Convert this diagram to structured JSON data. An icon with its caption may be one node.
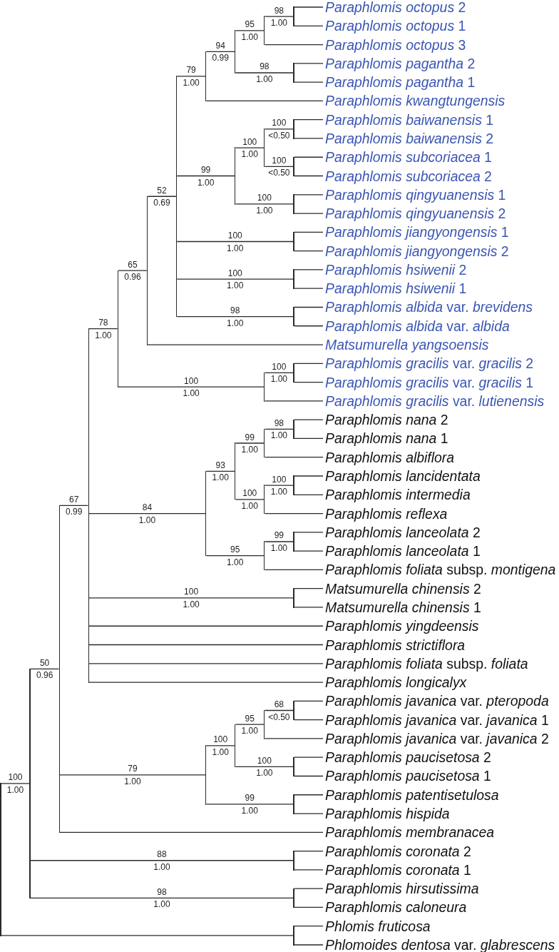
{
  "diagram": {
    "nodes": [
      {
        "text": [
          "*Paraphlomis octopus* 2"
        ]
      },
      {
        "text": [
          "*Paraphlomis octopus* 1"
        ]
      },
      {
        "text": [
          "*Paraphlomis octopus* 3"
        ]
      },
      {
        "text": [
          "*Paraphlomis pagantha* 2"
        ]
      },
      {
        "text": [
          "*Paraphlomis pagantha* 1"
        ]
      },
      {
        "text": [
          "Paraphlomis kwangtungensis"
        ]
      },
      {
        "text": [
          "*Paraphlomis baiwanensis* 1"
        ]
      },
      {
        "text": [
          "*Paraphlomis baiwanensis* 2"
        ]
      },
      {
        "text": [
          "*Paraphlomis subcoriacea* 1"
        ]
      },
      {
        "text": [
          "*Paraphlomis subcoriacea* 2"
        ]
      },
      {
        "text": [
          "*Paraphlomis qingyuanensis* 1"
        ]
      },
      {
        "text": [
          "*Paraphlomis qingyuanensis* 2"
        ]
      },
      {
        "text": [
          "*Paraphlomis jiangyongensis* 1"
        ]
      },
      {
        "text": [
          "*Paraphlomis jiangyongensis* 2"
        ]
      },
      {
        "text": [
          "*Paraphlomis hsiwenii* 2"
        ]
      },
      {
        "text": [
          "*Paraphlomis hsiwenii* 1"
        ]
      },
      {
        "text": [
          "*Paraphlomis albida* var. *brevidens*"
        ]
      },
      {
        "text": [
          "*Paraphlomis albida* var. *albida*"
        ]
      },
      {
        "text": [
          "Matsumurella yangsoensis"
        ]
      },
      {
        "text": [
          "*Paraphlomis gracilis* var. *gracilis* 2"
        ]
      },
      {
        "text": [
          "*Paraphlomis gracilis* var. *gracilis* 1"
        ]
      },
      {
        "text": [
          "*Paraphlomis gracilis* var. *lutienensis*"
        ]
      },
      {
        "text": [
          "*Paraphlomis nana* 2"
        ]
      },
      {
        "text": [
          "*Paraphlomis nana* 1"
        ]
      },
      {
        "text": [
          "Paraphlomis albiflora"
        ]
      },
      {
        "text": [
          "Paraphlomis lancidentata"
        ]
      },
      {
        "text": [
          "Paraphlomis intermedia"
        ]
      },
      {
        "text": [
          "Paraphlomis reflexa"
        ]
      },
      {
        "text": [
          "*Paraphlomis lanceolata* 2"
        ]
      },
      {
        "text": [
          "*Paraphlomis lanceolata* 1"
        ]
      },
      {
        "text": [
          "*Paraphlomis foliata* subsp. *montigena*"
        ]
      },
      {
        "text": [
          "*Matsumurella chinensis* 2"
        ]
      },
      {
        "text": [
          "*Matsumurella chinensis* 1"
        ]
      },
      {
        "text": [
          "Paraphlomis yingdeensis"
        ]
      },
      {
        "text": [
          "Paraphlomis strictiflora"
        ]
      },
      {
        "text": [
          "*Paraphlomis foliata* subsp. *foliata*"
        ]
      },
      {
        "text": [
          "Paraphlomis longicalyx"
        ]
      },
      {
        "text": [
          "*Paraphlomis javanica* var. *pteropoda*"
        ]
      },
      {
        "text": [
          "*Paraphlomis javanica* var. *javanica* 1"
        ]
      },
      {
        "text": [
          "*Paraphlomis javanica* var. *javanica* 2"
        ]
      },
      {
        "text": [
          "*Paraphlomis paucisetosa* 2"
        ]
      },
      {
        "text": [
          "*Paraphlomis paucisetosa* 1"
        ]
      },
      {
        "text": [
          "Paraphlomis patentisetulosa"
        ]
      },
      {
        "text": [
          "Paraphlomis hispida"
        ]
      },
      {
        "text": [
          "Paraphlomis membranacea"
        ]
      },
      {
        "text": [
          "*Paraphlomis coronata* 2"
        ]
      },
      {
        "text": [
          "*Paraphlomis coronata* 1"
        ]
      },
      {
        "text": [
          "Paraphlomis hirsutissima"
        ]
      },
      {
        "text": [
          "Paraphlomis caloneura"
        ]
      },
      {
        "text": [
          "Phlomis fruticosa"
        ]
      },
      {
        "text": [
          "*Phlomoides dentosa* var. *glabrescens*"
        ]
      },
      {
        "text": [],
        "shape": "bar"
      },
      {
        "text": [],
        "shape": "bar",
        "beside": [
          "100",
          "1.00"
        ]
      },
      {
        "text": [],
        "shape": "bar",
        "beside": [
          "50",
          "0.96"
        ]
      },
      {
        "text": [],
        "shape": "bar",
        "beside": [
          "67",
          "0.99"
        ]
      },
      {
        "text": [],
        "shape": "bar",
        "beside": [
          "78",
          "1.00"
        ]
      },
      {
        "text": [],
        "shape": "bar",
        "beside": [
          "65",
          "0.96"
        ]
      },
      {
        "text": [],
        "shape": "bar",
        "beside": [
          "52",
          "0.69"
        ]
      },
      {
        "text": [],
        "shape": "bar",
        "beside": [
          "79",
          "1.00"
        ]
      },
      {
        "text": [],
        "shape": "bar",
        "beside": [
          "94",
          "0.99"
        ]
      },
      {
        "text": [],
        "shape": "bar",
        "beside": [
          "95",
          "1.00"
        ]
      },
      {
        "text": [],
        "shape": "bar",
        "beside": [
          "98",
          "1.00"
        ]
      },
      {
        "text": [],
        "shape": "bar",
        "beside": [
          "98",
          "1.00"
        ]
      },
      {
        "text": [],
        "shape": "bar",
        "beside": [
          "99",
          "1.00"
        ]
      },
      {
        "text": [],
        "shape": "bar",
        "beside": [
          "100",
          "1.00"
        ]
      },
      {
        "text": [],
        "shape": "bar",
        "beside": [
          "100",
          "<0.50"
        ]
      },
      {
        "text": [],
        "shape": "bar",
        "beside": [
          "100",
          "<0.50"
        ]
      },
      {
        "text": [],
        "shape": "bar",
        "beside": [
          "100",
          "1.00"
        ]
      },
      {
        "text": [],
        "shape": "bar",
        "beside": [
          "100",
          "1.00"
        ]
      },
      {
        "text": [],
        "shape": "bar",
        "beside": [
          "100",
          "1.00"
        ]
      },
      {
        "text": [],
        "shape": "bar",
        "beside": [
          "98",
          "1.00"
        ]
      },
      {
        "text": [],
        "shape": "bar",
        "beside": [
          "100",
          "1.00"
        ]
      },
      {
        "text": [],
        "shape": "bar",
        "beside": [
          "100",
          "1.00"
        ]
      },
      {
        "text": [],
        "shape": "bar",
        "beside": [
          "84",
          "1.00"
        ]
      },
      {
        "text": [],
        "shape": "bar",
        "beside": [
          "93",
          "1.00"
        ]
      },
      {
        "text": [],
        "shape": "bar",
        "beside": [
          "99",
          "1.00"
        ]
      },
      {
        "text": [],
        "shape": "bar",
        "beside": [
          "98",
          "1.00"
        ]
      },
      {
        "text": [],
        "shape": "bar",
        "beside": [
          "100",
          "1.00"
        ]
      },
      {
        "text": [],
        "shape": "bar",
        "beside": [
          "100",
          "1.00"
        ]
      },
      {
        "text": [],
        "shape": "bar",
        "beside": [
          "95",
          "1.00"
        ]
      },
      {
        "text": [],
        "shape": "bar",
        "beside": [
          "99",
          "1.00"
        ]
      },
      {
        "text": [],
        "shape": "bar",
        "beside": [
          "100",
          "1.00"
        ]
      },
      {
        "text": [],
        "shape": "bar",
        "beside": [
          "79",
          "1.00"
        ]
      },
      {
        "text": [],
        "shape": "bar",
        "beside": [
          "100",
          "1.00"
        ]
      },
      {
        "text": [],
        "shape": "bar",
        "beside": [
          "95",
          "1.00"
        ]
      },
      {
        "text": [],
        "shape": "bar",
        "beside": [
          "68",
          "<0.50"
        ]
      },
      {
        "text": [],
        "shape": "bar",
        "beside": [
          "100",
          "1.00"
        ]
      },
      {
        "text": [],
        "shape": "bar",
        "beside": [
          "99",
          "1.00"
        ]
      },
      {
        "text": [],
        "shape": "bar",
        "beside": [
          "88",
          "1.00"
        ]
      },
      {
        "text": [],
        "shape": "bar",
        "beside": [
          "98",
          "1.00"
        ]
      },
      {
        "text": [],
        "shape": "bar"
      }
    ],
    "edges": [
      {
        "from": 51,
        "to": 52,
        "arrow": "none"
      },
      {
        "from": 51,
        "to": 90,
        "arrow": "none"
      },
      {
        "from": 52,
        "to": 53,
        "arrow": "none"
      },
      {
        "from": 52,
        "to": 88,
        "arrow": "none"
      },
      {
        "from": 52,
        "to": 89,
        "arrow": "none"
      },
      {
        "from": 53,
        "to": 54,
        "arrow": "none"
      },
      {
        "from": 53,
        "to": 82,
        "arrow": "none"
      },
      {
        "from": 53,
        "to": 44,
        "arrow": "none"
      },
      {
        "from": 54,
        "to": 55,
        "arrow": "none"
      },
      {
        "from": 54,
        "to": 73,
        "arrow": "none"
      },
      {
        "from": 54,
        "to": 81,
        "arrow": "none"
      },
      {
        "from": 54,
        "to": 33,
        "arrow": "none"
      },
      {
        "from": 54,
        "to": 34,
        "arrow": "none"
      },
      {
        "from": 54,
        "to": 35,
        "arrow": "none"
      },
      {
        "from": 54,
        "to": 36,
        "arrow": "none"
      },
      {
        "from": 55,
        "to": 56,
        "arrow": "none"
      },
      {
        "from": 55,
        "to": 71,
        "arrow": "none"
      },
      {
        "from": 56,
        "to": 57,
        "arrow": "none"
      },
      {
        "from": 56,
        "to": 18,
        "arrow": "none"
      },
      {
        "from": 57,
        "to": 58,
        "arrow": "none"
      },
      {
        "from": 57,
        "to": 63,
        "arrow": "none"
      },
      {
        "from": 57,
        "to": 68,
        "arrow": "none"
      },
      {
        "from": 57,
        "to": 69,
        "arrow": "none"
      },
      {
        "from": 57,
        "to": 70,
        "arrow": "none"
      },
      {
        "from": 58,
        "to": 59,
        "arrow": "none"
      },
      {
        "from": 58,
        "to": 5,
        "arrow": "none"
      },
      {
        "from": 59,
        "to": 60,
        "arrow": "none"
      },
      {
        "from": 59,
        "to": 62,
        "arrow": "none"
      },
      {
        "from": 60,
        "to": 61,
        "arrow": "none"
      },
      {
        "from": 60,
        "to": 2,
        "arrow": "none"
      },
      {
        "from": 61,
        "to": 0,
        "arrow": "none"
      },
      {
        "from": 61,
        "to": 1,
        "arrow": "none"
      },
      {
        "from": 62,
        "to": 3,
        "arrow": "none"
      },
      {
        "from": 62,
        "to": 4,
        "arrow": "none"
      },
      {
        "from": 63,
        "to": 64,
        "arrow": "none"
      },
      {
        "from": 63,
        "to": 67,
        "arrow": "none"
      },
      {
        "from": 64,
        "to": 65,
        "arrow": "none"
      },
      {
        "from": 64,
        "to": 66,
        "arrow": "none"
      },
      {
        "from": 65,
        "to": 6,
        "arrow": "none"
      },
      {
        "from": 65,
        "to": 7,
        "arrow": "none"
      },
      {
        "from": 66,
        "to": 8,
        "arrow": "none"
      },
      {
        "from": 66,
        "to": 9,
        "arrow": "none"
      },
      {
        "from": 67,
        "to": 10,
        "arrow": "none"
      },
      {
        "from": 67,
        "to": 11,
        "arrow": "none"
      },
      {
        "from": 68,
        "to": 12,
        "arrow": "none"
      },
      {
        "from": 68,
        "to": 13,
        "arrow": "none"
      },
      {
        "from": 69,
        "to": 14,
        "arrow": "none"
      },
      {
        "from": 69,
        "to": 15,
        "arrow": "none"
      },
      {
        "from": 70,
        "to": 16,
        "arrow": "none"
      },
      {
        "from": 70,
        "to": 17,
        "arrow": "none"
      },
      {
        "from": 71,
        "to": 72,
        "arrow": "none"
      },
      {
        "from": 71,
        "to": 21,
        "arrow": "none"
      },
      {
        "from": 72,
        "to": 19,
        "arrow": "none"
      },
      {
        "from": 72,
        "to": 20,
        "arrow": "none"
      },
      {
        "from": 73,
        "to": 74,
        "arrow": "none"
      },
      {
        "from": 73,
        "to": 79,
        "arrow": "none"
      },
      {
        "from": 74,
        "to": 75,
        "arrow": "none"
      },
      {
        "from": 74,
        "to": 77,
        "arrow": "none"
      },
      {
        "from": 75,
        "to": 76,
        "arrow": "none"
      },
      {
        "from": 75,
        "to": 24,
        "arrow": "none"
      },
      {
        "from": 76,
        "to": 22,
        "arrow": "none"
      },
      {
        "from": 76,
        "to": 23,
        "arrow": "none"
      },
      {
        "from": 77,
        "to": 78,
        "arrow": "none"
      },
      {
        "from": 77,
        "to": 27,
        "arrow": "none"
      },
      {
        "from": 78,
        "to": 25,
        "arrow": "none"
      },
      {
        "from": 78,
        "to": 26,
        "arrow": "none"
      },
      {
        "from": 79,
        "to": 80,
        "arrow": "none"
      },
      {
        "from": 79,
        "to": 30,
        "arrow": "none"
      },
      {
        "from": 80,
        "to": 28,
        "arrow": "none"
      },
      {
        "from": 80,
        "to": 29,
        "arrow": "none"
      },
      {
        "from": 81,
        "to": 31,
        "arrow": "none"
      },
      {
        "from": 81,
        "to": 32,
        "arrow": "none"
      },
      {
        "from": 82,
        "to": 83,
        "arrow": "none"
      },
      {
        "from": 82,
        "to": 87,
        "arrow": "none"
      },
      {
        "from": 83,
        "to": 84,
        "arrow": "none"
      },
      {
        "from": 83,
        "to": 86,
        "arrow": "none"
      },
      {
        "from": 84,
        "to": 85,
        "arrow": "none"
      },
      {
        "from": 84,
        "to": 39,
        "arrow": "none"
      },
      {
        "from": 85,
        "to": 37,
        "arrow": "none"
      },
      {
        "from": 85,
        "to": 38,
        "arrow": "none"
      },
      {
        "from": 86,
        "to": 40,
        "arrow": "none"
      },
      {
        "from": 86,
        "to": 41,
        "arrow": "none"
      },
      {
        "from": 87,
        "to": 42,
        "arrow": "none"
      },
      {
        "from": 87,
        "to": 43,
        "arrow": "none"
      },
      {
        "from": 88,
        "to": 45,
        "arrow": "none"
      },
      {
        "from": 88,
        "to": 46,
        "arrow": "none"
      },
      {
        "from": 89,
        "to": 47,
        "arrow": "none"
      },
      {
        "from": 89,
        "to": 48,
        "arrow": "none"
      },
      {
        "from": 90,
        "to": 49,
        "arrow": "none"
      },
      {
        "from": 90,
        "to": 50,
        "arrow": "none"
      }
    ]
  }
}
